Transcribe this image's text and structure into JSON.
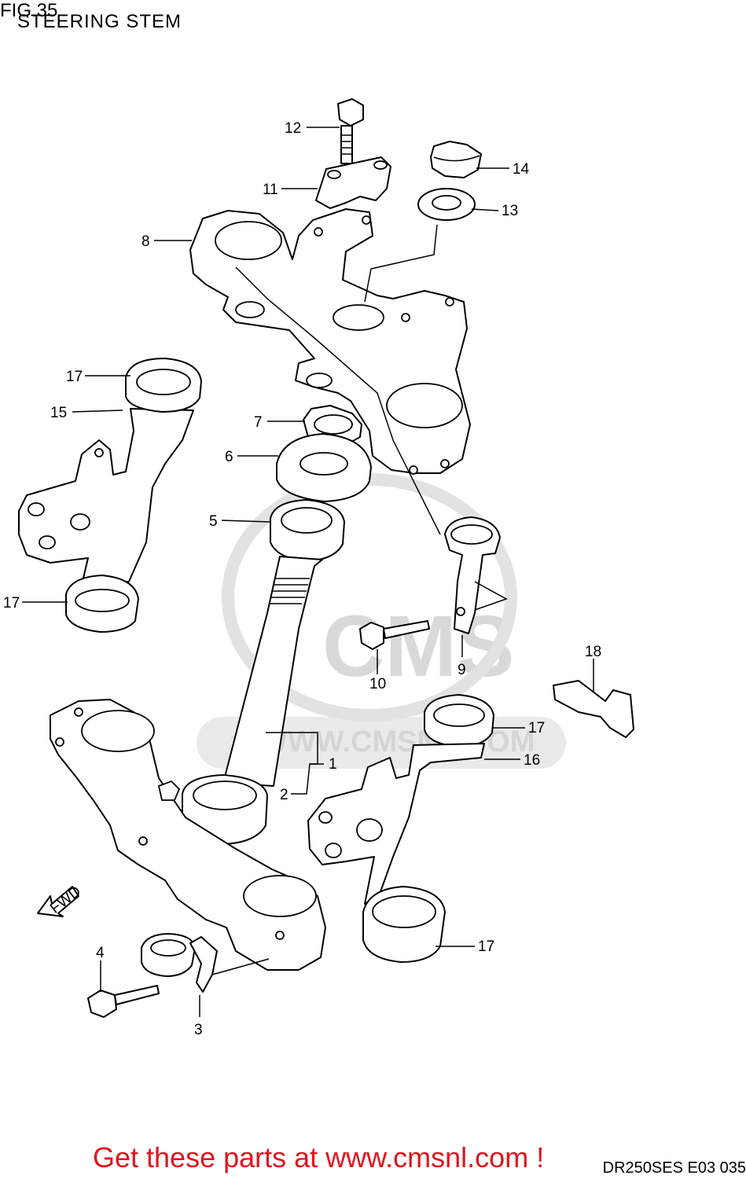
{
  "figure": {
    "number": "FIG.35",
    "title": "STEERING STEM"
  },
  "callouts": [
    {
      "id": "c1",
      "label": "1"
    },
    {
      "id": "c2",
      "label": "2"
    },
    {
      "id": "c3",
      "label": "3"
    },
    {
      "id": "c4",
      "label": "4"
    },
    {
      "id": "c5",
      "label": "5"
    },
    {
      "id": "c6",
      "label": "6"
    },
    {
      "id": "c7",
      "label": "7"
    },
    {
      "id": "c8",
      "label": "8"
    },
    {
      "id": "c9",
      "label": "9"
    },
    {
      "id": "c10",
      "label": "10"
    },
    {
      "id": "c11",
      "label": "11"
    },
    {
      "id": "c12",
      "label": "12"
    },
    {
      "id": "c13",
      "label": "13"
    },
    {
      "id": "c14",
      "label": "14"
    },
    {
      "id": "c15",
      "label": "15"
    },
    {
      "id": "c16",
      "label": "16"
    },
    {
      "id": "c17a",
      "label": "17"
    },
    {
      "id": "c17b",
      "label": "17"
    },
    {
      "id": "c17c",
      "label": "17"
    },
    {
      "id": "c17d",
      "label": "17"
    },
    {
      "id": "c18",
      "label": "18"
    }
  ],
  "fwd_label": "FWD",
  "watermark": {
    "brand": "CMS",
    "url": "WWW.CMSNL.COM"
  },
  "diagram_code": "DR250SES E03  035",
  "promo_text": "Get these parts at www.cmsnl.com !"
}
